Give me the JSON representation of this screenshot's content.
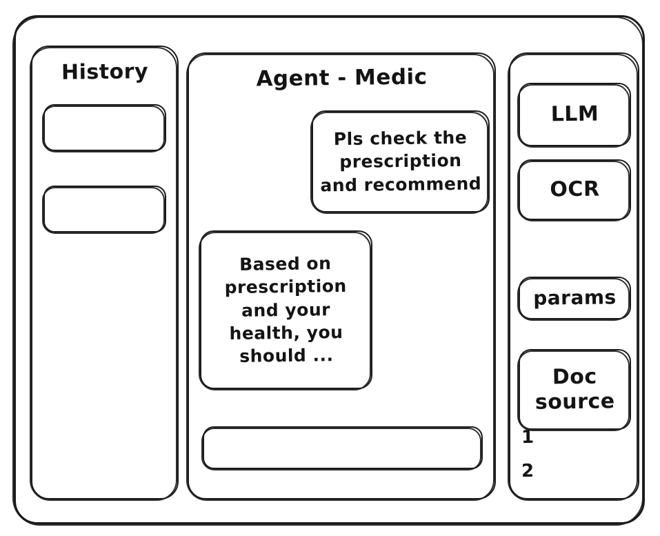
{
  "window": {
    "name": "agent-medic-wireframe"
  },
  "history": {
    "title": "History",
    "items": [
      {
        "label": ""
      },
      {
        "label": ""
      }
    ]
  },
  "agent": {
    "title": "Agent - Medic",
    "messages": [
      {
        "role": "user",
        "text": "Pls check the\nprescription\nand recommend"
      },
      {
        "role": "assistant",
        "text": "Based on\nprescription\nand your\nhealth, you\nshould ..."
      }
    ],
    "composer": {
      "value": "",
      "placeholder": ""
    }
  },
  "tools": {
    "buttons": [
      {
        "label": "LLM"
      },
      {
        "label": "OCR"
      },
      {
        "label": "params"
      },
      {
        "label": "Doc\nsource"
      }
    ],
    "doc_sources": [
      {
        "label": "1"
      },
      {
        "label": "2"
      }
    ]
  },
  "colors": {
    "ink": "#1a1a1a",
    "paper": "#ffffff"
  }
}
